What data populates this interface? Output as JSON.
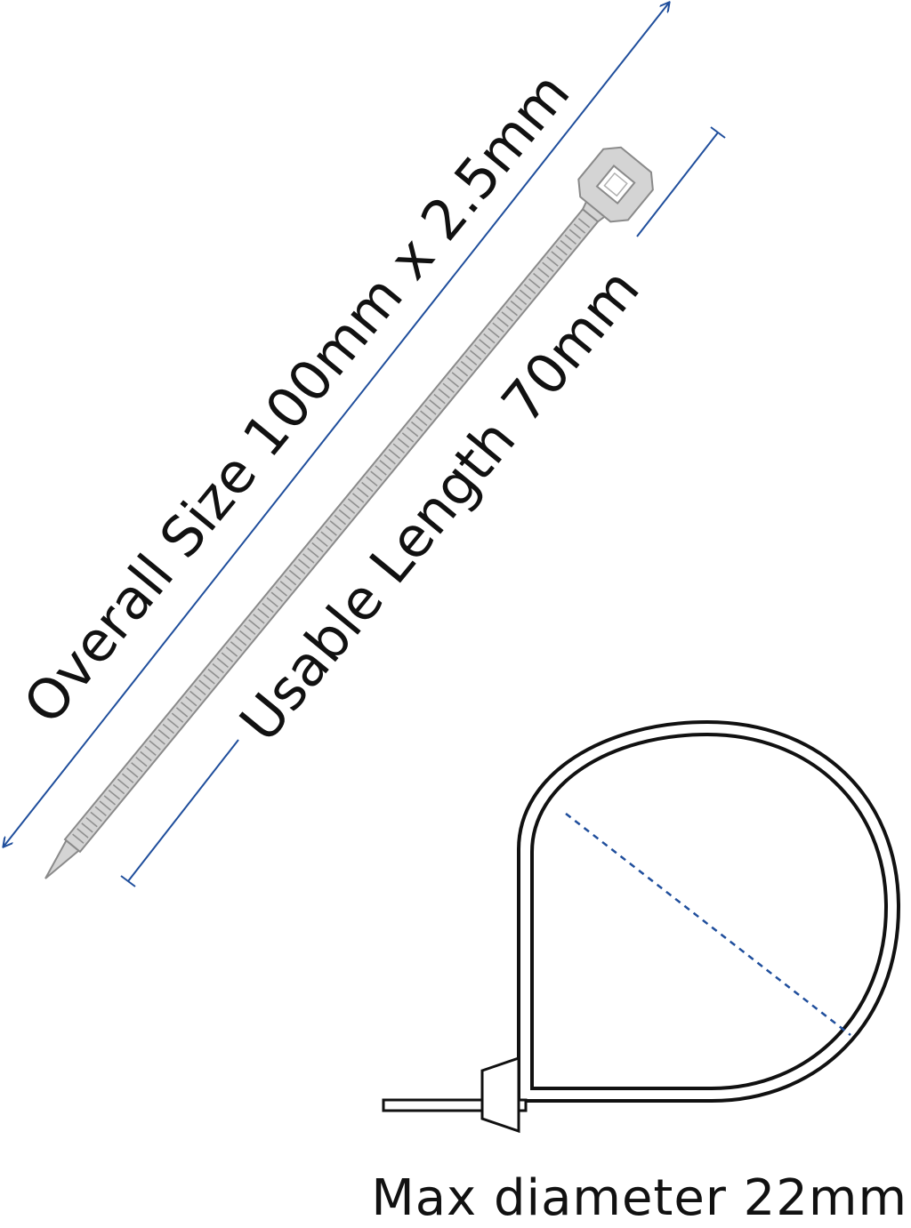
{
  "labels": {
    "overall_size": "Overall Size 100mm x 2.5mm",
    "usable_length": "Usable Length 70mm",
    "max_diameter": "Max diameter 22mm"
  },
  "colors": {
    "dimension_line": "#1f4e9c",
    "tie_fill": "#d4d4d4",
    "tie_stroke": "#8a8a8a",
    "outline": "#111111",
    "text": "#111111"
  }
}
